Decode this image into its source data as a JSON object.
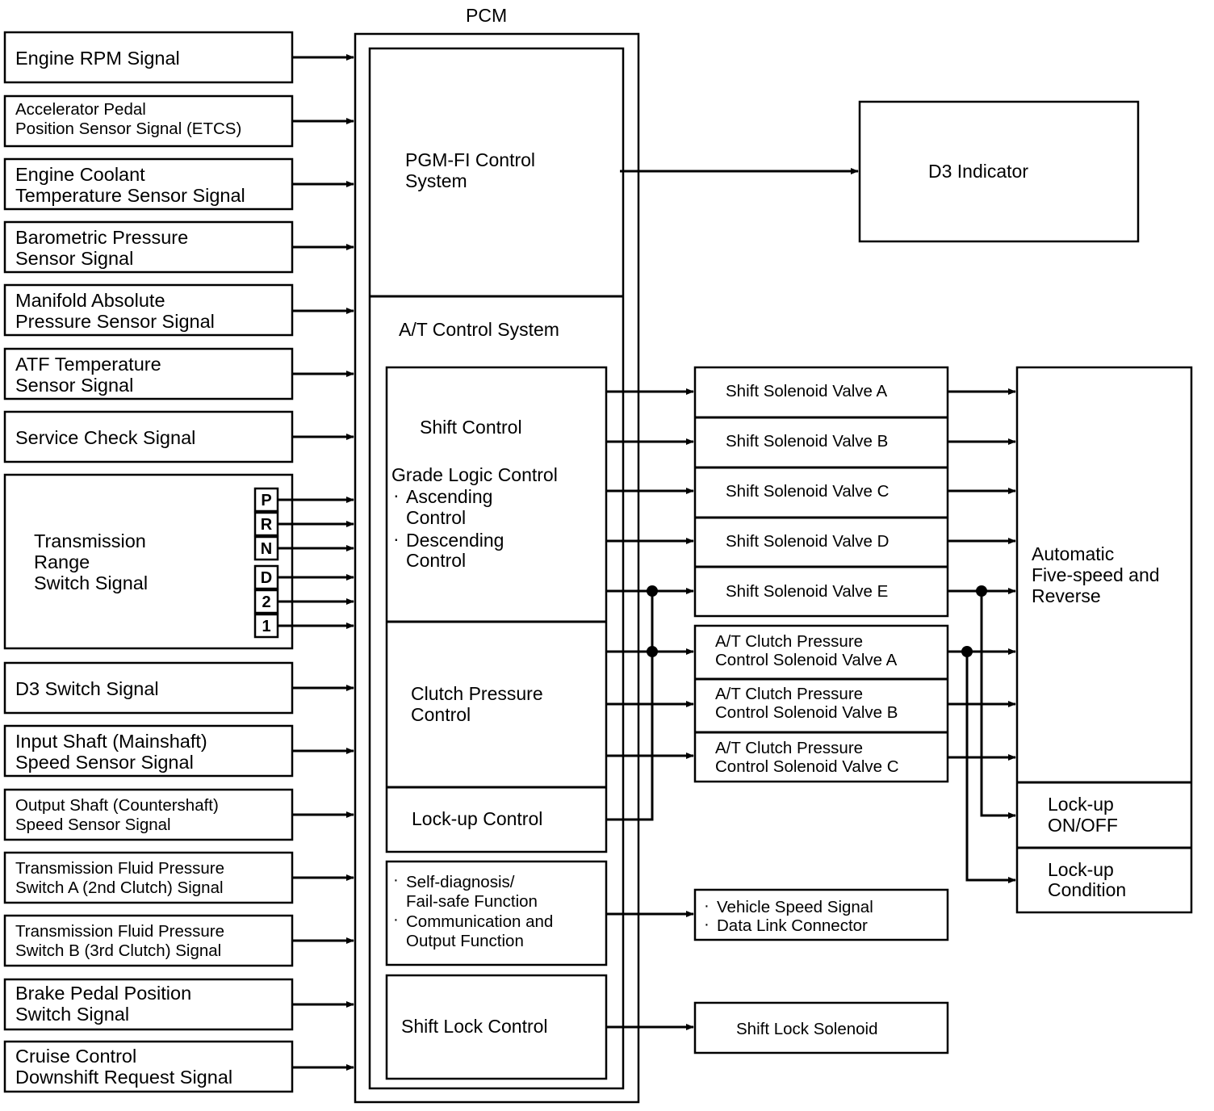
{
  "pcm": {
    "title": "PCM",
    "pgmfi": [
      "PGM-FI Control",
      "System"
    ],
    "at_system": "A/T Control System",
    "shift_control": "Shift Control",
    "grade_logic": {
      "title": "Grade Logic Control",
      "items": [
        [
          "Ascending",
          "Control"
        ],
        [
          "Descending",
          "Control"
        ]
      ]
    },
    "clutch_pressure": [
      "Clutch Pressure",
      "Control"
    ],
    "lockup_control": "Lock-up Control",
    "self_diag": {
      "items": [
        [
          "Self-diagnosis/",
          "Fail-safe Function"
        ],
        [
          "Communication and",
          "Output Function"
        ]
      ]
    },
    "shift_lock_control": "Shift Lock Control"
  },
  "inputs": [
    {
      "lines": [
        "Engine RPM Signal"
      ]
    },
    {
      "lines": [
        "Accelerator Pedal",
        "Position Sensor Signal (ETCS)"
      ]
    },
    {
      "lines": [
        "Engine Coolant",
        "Temperature Sensor Signal"
      ]
    },
    {
      "lines": [
        "Barometric Pressure",
        "Sensor Signal"
      ]
    },
    {
      "lines": [
        "Manifold Absolute",
        "Pressure Sensor Signal"
      ]
    },
    {
      "lines": [
        "ATF Temperature",
        "Sensor Signal"
      ]
    },
    {
      "lines": [
        "Service Check Signal"
      ]
    },
    {
      "lines": [
        "Transmission",
        "Range",
        "Switch Signal"
      ]
    },
    {
      "lines": [
        "D3 Switch Signal"
      ]
    },
    {
      "lines": [
        "Input Shaft (Mainshaft)",
        "Speed Sensor Signal"
      ]
    },
    {
      "lines": [
        "Output Shaft (Countershaft)",
        "Speed Sensor Signal"
      ]
    },
    {
      "lines": [
        "Transmission Fluid Pressure",
        "Switch A (2nd Clutch) Signal"
      ]
    },
    {
      "lines": [
        "Transmission Fluid Pressure",
        "Switch B (3rd Clutch) Signal"
      ]
    },
    {
      "lines": [
        "Brake Pedal Position",
        "Switch Signal"
      ]
    },
    {
      "lines": [
        "Cruise Control",
        "Downshift Request Signal"
      ]
    }
  ],
  "range_positions": [
    "P",
    "R",
    "N",
    "D",
    "2",
    "1"
  ],
  "d3_indicator": "D3 Indicator",
  "shift_solenoids": [
    "Shift Solenoid Valve A",
    "Shift Solenoid Valve B",
    "Shift Solenoid Valve C",
    "Shift Solenoid Valve D",
    "Shift Solenoid Valve E"
  ],
  "clutch_solenoids": [
    [
      "A/T Clutch Pressure",
      "Control Solenoid Valve A"
    ],
    [
      "A/T Clutch Pressure",
      "Control Solenoid Valve B"
    ],
    [
      "A/T Clutch Pressure",
      "Control Solenoid Valve C"
    ]
  ],
  "comm_outputs": [
    "Vehicle Speed Signal",
    "Data Link Connector"
  ],
  "shift_lock_solenoid": "Shift Lock Solenoid",
  "transmission": {
    "main": [
      "Automatic",
      "Five-speed and",
      "Reverse"
    ],
    "lockup_onoff": [
      "Lock-up",
      "ON/OFF"
    ],
    "lockup_condition": [
      "Lock-up",
      "Condition"
    ]
  }
}
